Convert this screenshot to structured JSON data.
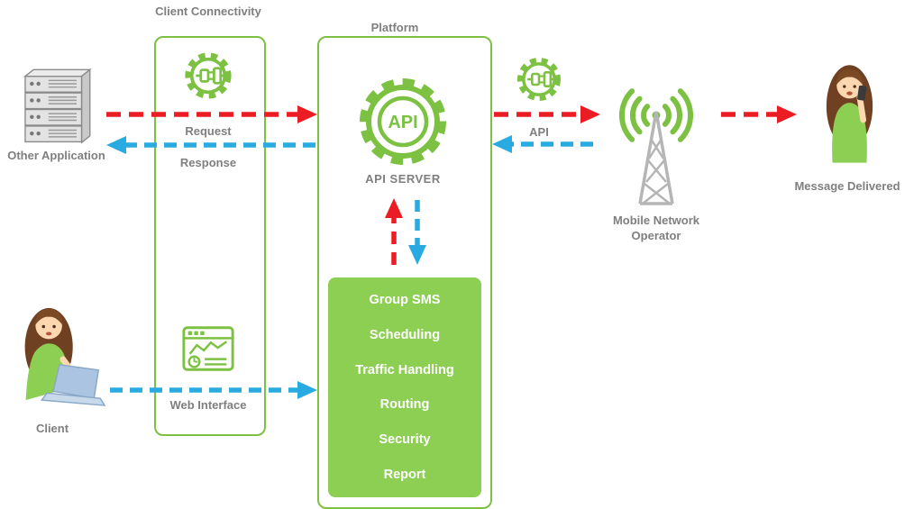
{
  "titles": {
    "client_connectivity": "Client Connectivity",
    "platform": "Platform"
  },
  "nodes": {
    "other_application": "Other Application",
    "client": "Client",
    "mobile_network_operator": "Mobile Network Operator",
    "message_delivered": "Message Delivered"
  },
  "connectivity": {
    "request": "Request",
    "response": "Response",
    "web_interface": "Web Interface"
  },
  "platform": {
    "api_gear_text": "API",
    "api_server": "API SERVER",
    "services": [
      "Group SMS",
      "Scheduling",
      "Traffic Handling",
      "Routing",
      "Security",
      "Report"
    ]
  },
  "api_link_label": "API",
  "colors": {
    "green": "#7cc142",
    "green_fill": "#8ccf52",
    "red": "#ec1c24",
    "blue": "#29abe2",
    "text_gray": "#7f7f7f"
  }
}
